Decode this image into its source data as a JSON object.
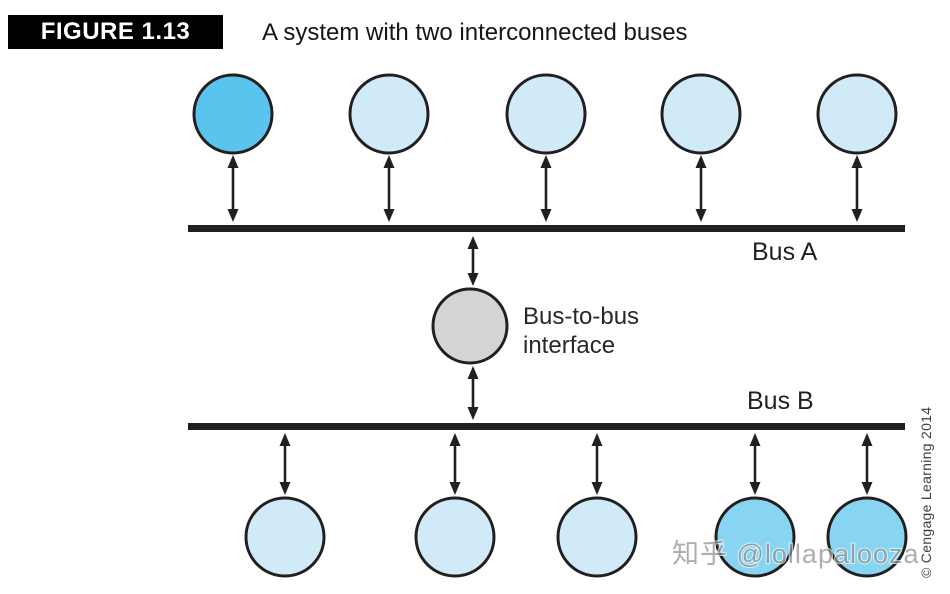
{
  "figure": {
    "label": "FIGURE 1.13",
    "title": "A system with two interconnected buses"
  },
  "diagram": {
    "bus_a": {
      "label": "Bus A",
      "devices": [
        "medium_blue",
        "light_blue",
        "light_blue",
        "light_blue",
        "light_blue"
      ]
    },
    "bus_b": {
      "label": "Bus B",
      "devices": [
        "light_blue",
        "light_blue",
        "light_blue",
        "sky_blue",
        "sky_blue"
      ]
    },
    "interface": {
      "label_line1": "Bus-to-bus",
      "label_line2": "interface"
    }
  },
  "colors": {
    "light_blue": "#d0eaf8",
    "medium_blue": "#5bc4ee",
    "sky_blue": "#87d5f2",
    "interface_gray": "#d4d4d4",
    "outline": "#231f20",
    "bus_black": "#231f20"
  },
  "credits": {
    "copyright": "© Cengage Learning 2014",
    "watermark": "知乎 @lollapalooza"
  }
}
